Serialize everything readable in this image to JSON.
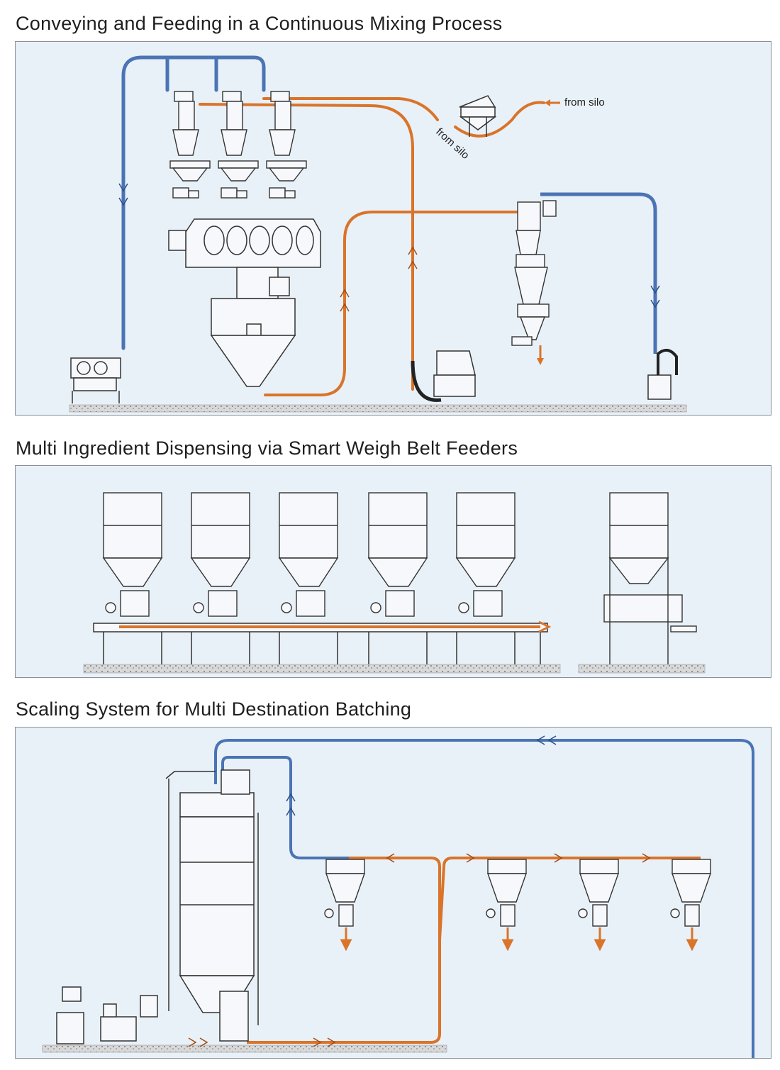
{
  "sections": [
    {
      "title": "Conveying and Feeding in a Continuous Mixing Process"
    },
    {
      "title": "Multi Ingredient Dispensing via Smart Weigh Belt Feeders"
    },
    {
      "title": "Scaling System for Multi Destination Batching"
    }
  ],
  "labels": {
    "from_silo_top": "from silo",
    "from_silo_diag": "from silo"
  },
  "colors": {
    "panel_bg": "#e9f1f8",
    "orange_line": "#d9742a",
    "blue_line": "#4a74b4",
    "equipment_line": "#333333",
    "floor": "#9a9a9a"
  }
}
